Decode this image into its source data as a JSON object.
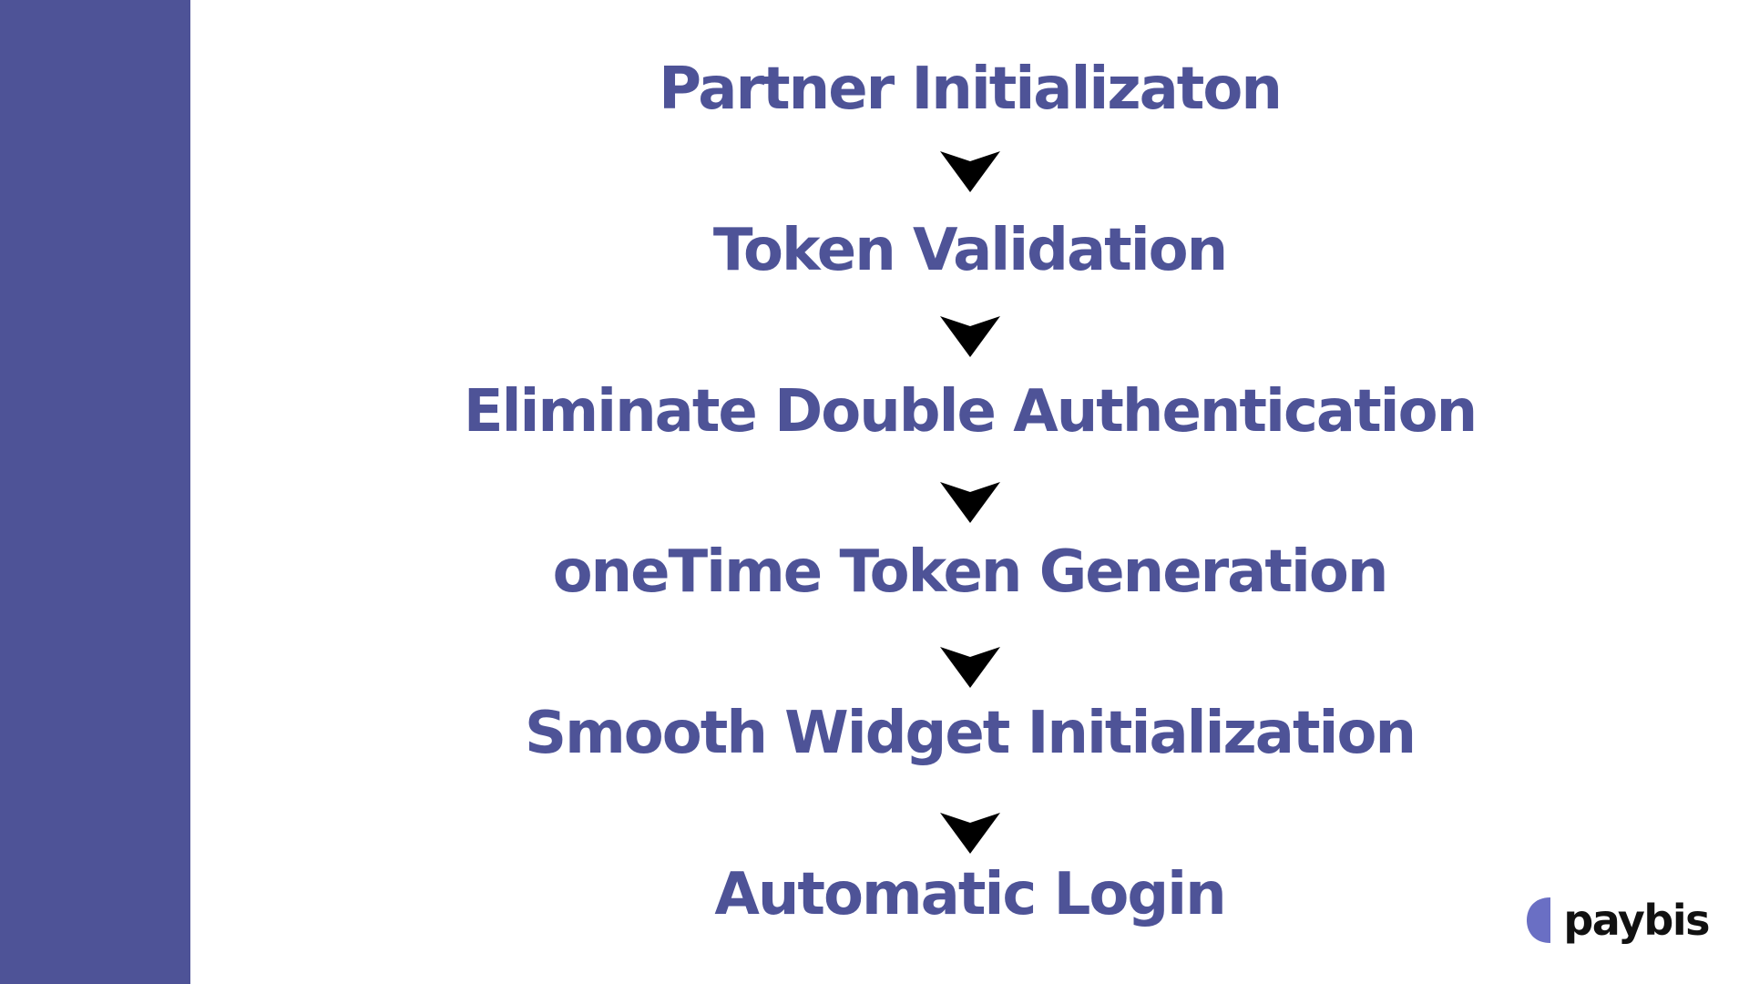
{
  "colors": {
    "sidebar": "#4e5397",
    "step_text": "#4e5397",
    "arrow": "#000000",
    "logo_mark": "#6a6fc4",
    "logo_text": "#111111",
    "background": "#ffffff"
  },
  "steps": [
    {
      "label": "Partner Initializaton"
    },
    {
      "label": "Token Validation"
    },
    {
      "label": "Eliminate Double Authentication"
    },
    {
      "label": "oneTime Token Generation"
    },
    {
      "label": "Smooth Widget Initialization"
    },
    {
      "label": "Automatic Login"
    }
  ],
  "arrow_icon": "arrow-down-icon",
  "logo": {
    "text": "paybis",
    "icon": "paybis-logo-mark-icon"
  }
}
